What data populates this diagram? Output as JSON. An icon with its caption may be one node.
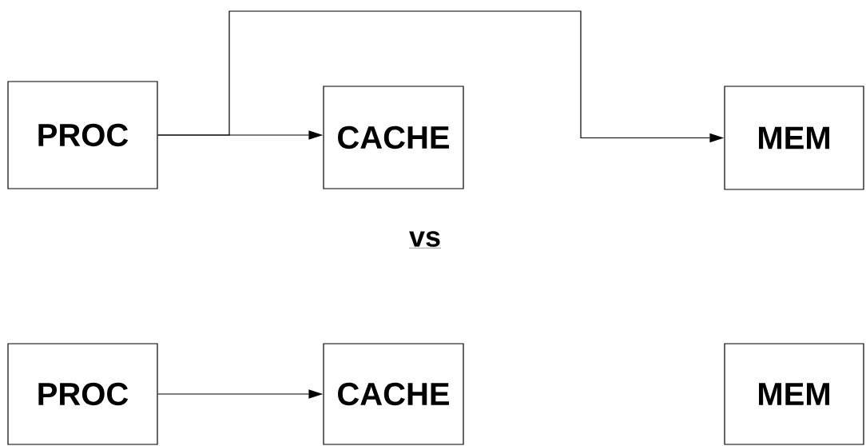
{
  "diagram": {
    "nodes": [
      {
        "text": [
          "PROC"
        ]
      },
      {
        "text": [
          "CACHE"
        ]
      },
      {
        "text": [
          "MEM"
        ]
      },
      {
        "text": [
          "PROC"
        ]
      },
      {
        "text": [
          "CACHE"
        ]
      },
      {
        "text": [
          "MEM"
        ]
      }
    ],
    "edges": [
      {
        "from": 0,
        "to": 1,
        "arrow": "to"
      },
      {
        "from": 0,
        "to": 2,
        "arrow": "to"
      },
      {
        "from": 3,
        "to": 4,
        "arrow": "to"
      }
    ],
    "labels": [
      "vs"
    ]
  }
}
